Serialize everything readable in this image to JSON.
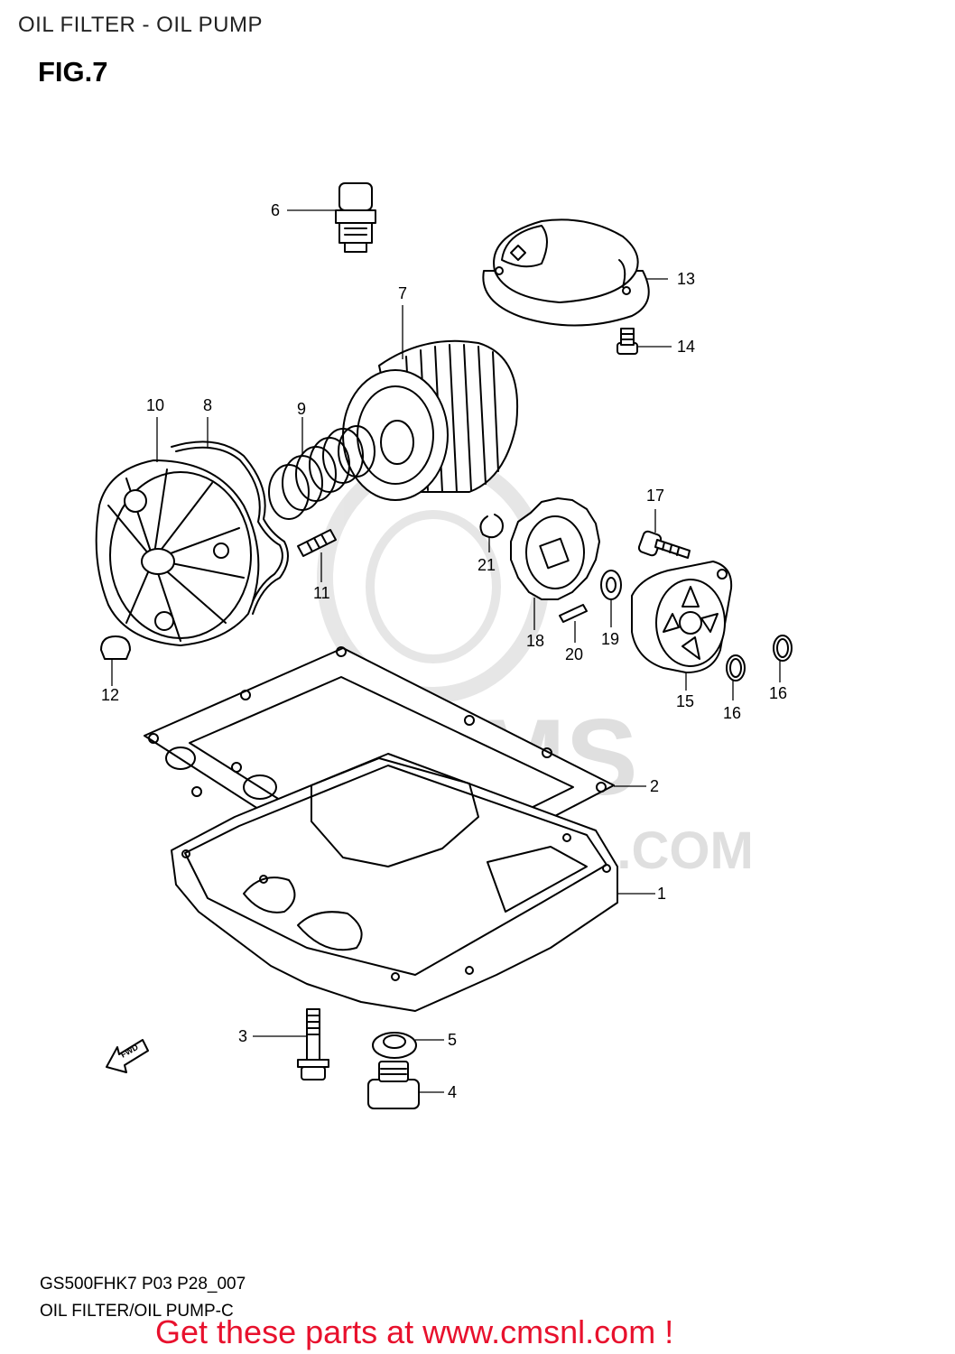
{
  "header": {
    "title": "OIL FILTER - OIL PUMP",
    "figure": "FIG.7"
  },
  "footer": {
    "model_code": "GS500FHK7 P03 P28_007",
    "diagram_name": "OIL FILTER/OIL PUMP-C",
    "call_to_action": "Get these parts at www.cmsnl.com !"
  },
  "watermark": {
    "brand": "CMS",
    "site": "WWW.CMSNL.COM"
  },
  "fwd_label": "FWD",
  "callouts": [
    "1",
    "2",
    "3",
    "4",
    "5",
    "6",
    "7",
    "8",
    "9",
    "10",
    "11",
    "12",
    "13",
    "14",
    "15",
    "16",
    "16",
    "17",
    "18",
    "19",
    "20",
    "21"
  ]
}
